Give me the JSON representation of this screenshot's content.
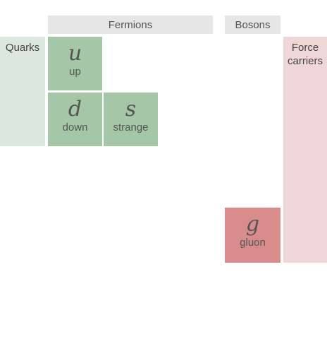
{
  "headers": {
    "fermions": "Fermions",
    "bosons": "Bosons"
  },
  "rows": {
    "quarks": "Quarks",
    "force_carriers": [
      "Force",
      "carriers"
    ]
  },
  "particles": {
    "up": {
      "symbol": "u",
      "name": "up"
    },
    "down": {
      "symbol": "d",
      "name": "down"
    },
    "strange": {
      "symbol": "s",
      "name": "strange"
    },
    "gluon": {
      "symbol": "g",
      "name": "gluon"
    }
  },
  "colors": {
    "quark_cell": "#a6c7a7",
    "quark_band": "#dce8de",
    "boson_cell": "#d98c8c",
    "boson_band": "#f0d7d7",
    "header_bg": "#e6e6e6"
  }
}
